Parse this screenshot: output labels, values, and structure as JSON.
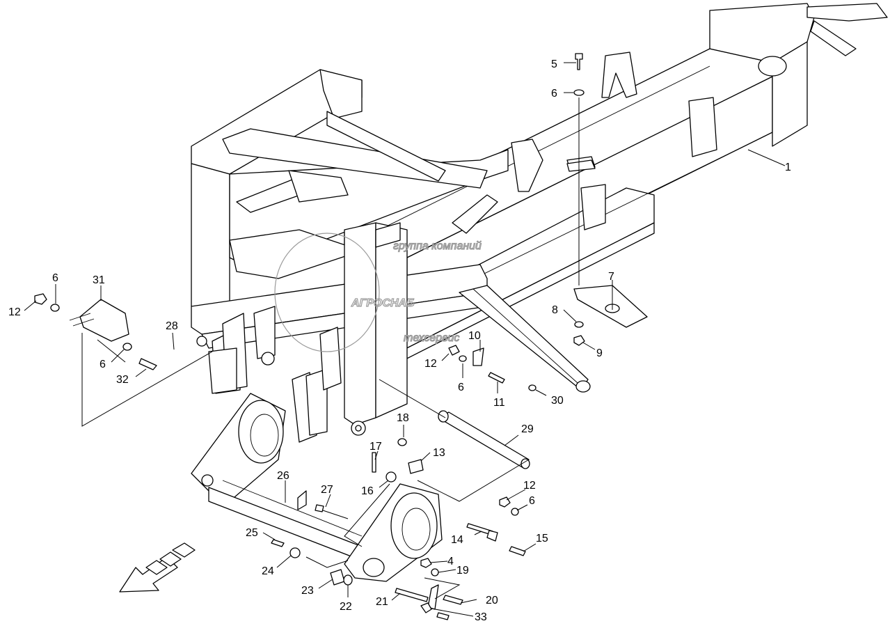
{
  "watermark": {
    "line1": "группа компаний",
    "line2": "АГРОСНАБ",
    "line3": "техсервис"
  },
  "callouts": {
    "c1": "1",
    "c4": "4",
    "c5": "5",
    "c6a": "6",
    "c6b": "6",
    "c6c": "6",
    "c6d": "6",
    "c6e": "6",
    "c7": "7",
    "c8": "8",
    "c9": "9",
    "c10": "10",
    "c11": "11",
    "c12a": "12",
    "c12b": "12",
    "c12c": "12",
    "c13": "13",
    "c14": "14",
    "c15": "15",
    "c16": "16",
    "c17": "17",
    "c18": "18",
    "c19": "19",
    "c20": "20",
    "c21": "21",
    "c22": "22",
    "c23": "23",
    "c24": "24",
    "c25": "25",
    "c26": "26",
    "c27": "27",
    "c28": "28",
    "c29": "29",
    "c30": "30",
    "c31": "31",
    "c32": "32",
    "c33": "33"
  }
}
